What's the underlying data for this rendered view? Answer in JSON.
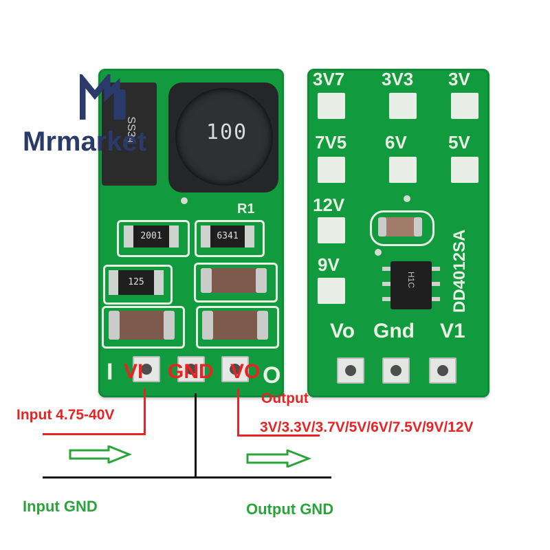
{
  "watermark": {
    "brand": "Mrmarket"
  },
  "left_board": {
    "diode_marking": "SS34",
    "inductor_marking": "100",
    "resistor_label": "R1",
    "resistors": [
      "2001",
      "6341",
      "125"
    ],
    "pin_labels_silk": {
      "left": "I",
      "right": "O"
    }
  },
  "right_board": {
    "voltage_pads": [
      "3V7",
      "3V3",
      "3V",
      "7V5",
      "6V",
      "5V",
      "12V",
      "9V"
    ],
    "board_id": "DD4012SA",
    "ic_marking": "H1C",
    "pin_labels": [
      "Vo",
      "Gnd",
      "V1"
    ]
  },
  "annotations": {
    "vi": "VI",
    "gnd": "GND",
    "vo": "VO",
    "input_range": "Input 4.75-40V",
    "output_title": "Output",
    "output_values": "3V/3.3V/3.7V/5V/6V/7.5V/9V/12V",
    "input_gnd": "Input GND",
    "output_gnd": "Output GND"
  },
  "colors": {
    "pcb": "#129a3e",
    "annotation_red": "#e82323",
    "annotation_green": "#2aa43a",
    "wire_black": "#111111",
    "logo": "#2a3a6a"
  }
}
